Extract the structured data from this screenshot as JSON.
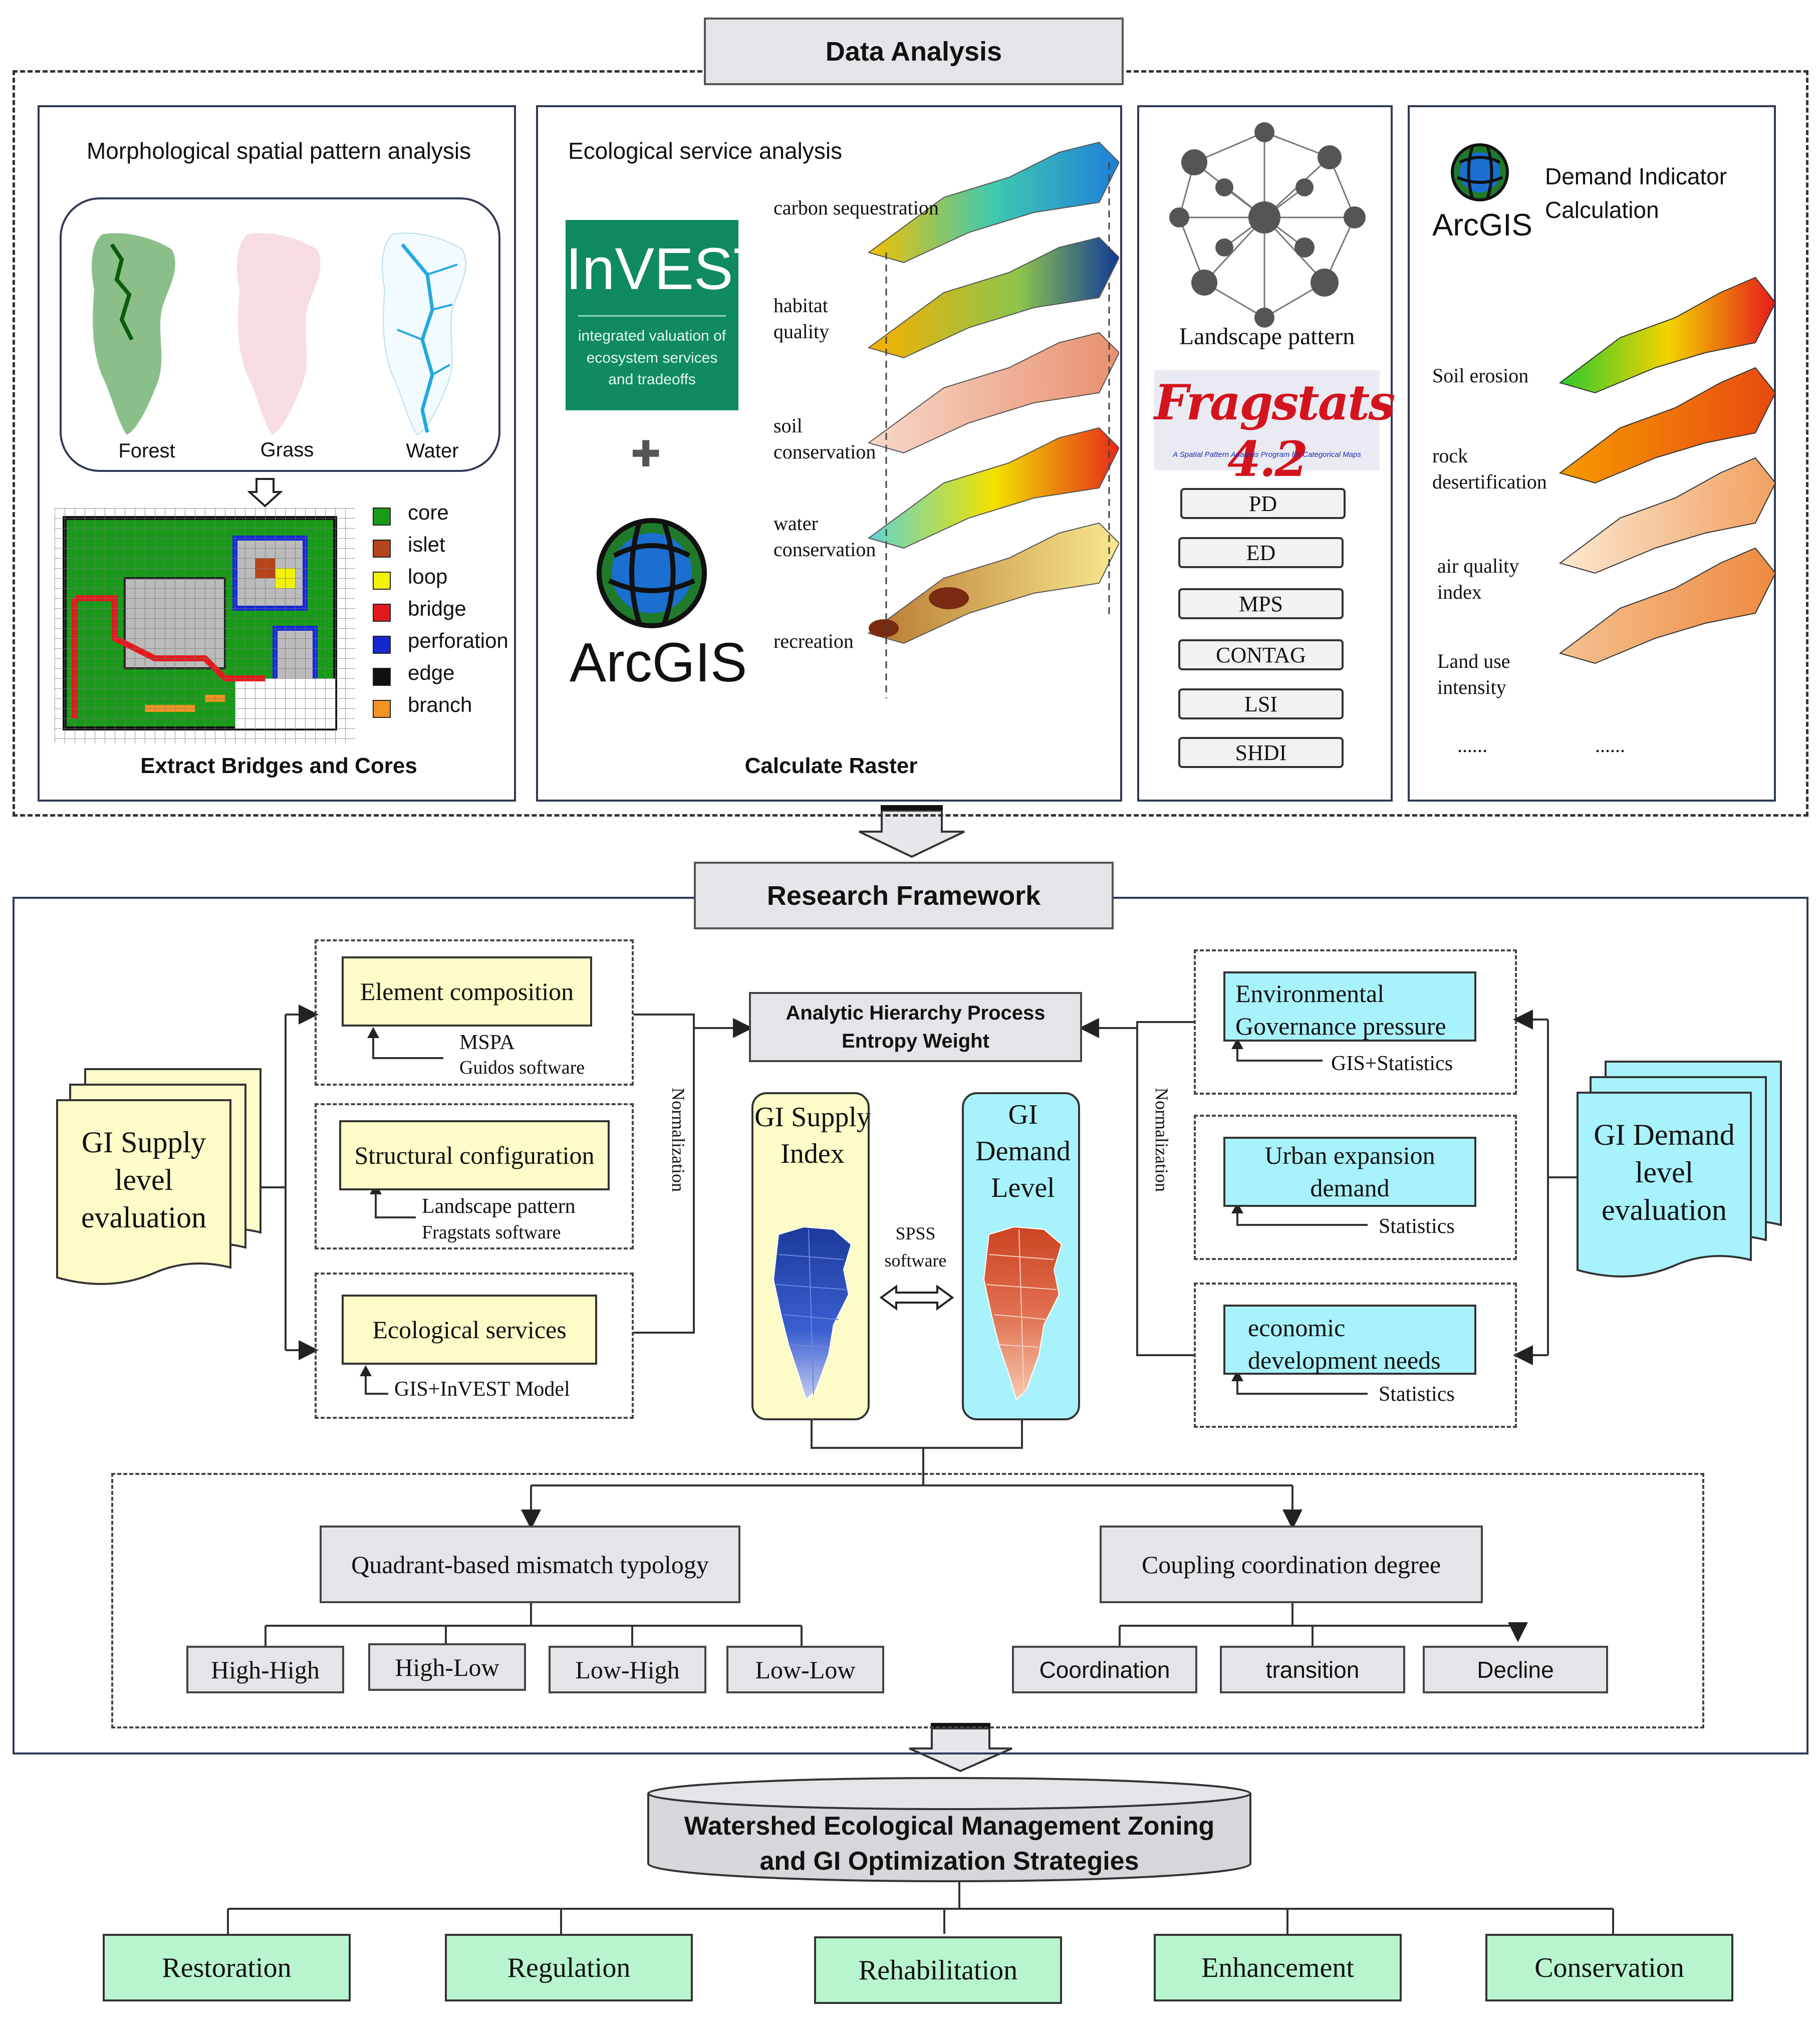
{
  "data_analysis": {
    "title": "Data Analysis",
    "mspa": {
      "title": "Morphological spatial pattern analysis",
      "maps": [
        "Forest",
        "Grass",
        "Water"
      ],
      "legend": [
        {
          "label": "core",
          "color": "#1a9a1a"
        },
        {
          "label": "islet",
          "color": "#b5451b"
        },
        {
          "label": "loop",
          "color": "#f2f20a"
        },
        {
          "label": "bridge",
          "color": "#e31a1c"
        },
        {
          "label": "perforation",
          "color": "#1428d2"
        },
        {
          "label": "edge",
          "color": "#111111"
        },
        {
          "label": "branch",
          "color": "#f39320"
        }
      ],
      "caption": "Extract Bridges and Cores"
    },
    "ecoservice": {
      "title": "Ecological service analysis",
      "invest_logo": "InVEST",
      "invest_subtitle": "integrated valuation of ecosystem services and tradeoffs",
      "arcgis_logo": "ArcGIS",
      "layers": [
        "carbon sequestration",
        "habitat quality",
        "soil conservation",
        "water conservation",
        "recreation"
      ],
      "caption": "Calculate Raster"
    },
    "landscape": {
      "title": "Landscape pattern",
      "fragstats_logo": "Fragstats 4.2",
      "fragstats_sub": "A Spatial Pattern Analysis Program for Categorical Maps",
      "metrics": [
        "PD",
        "ED",
        "MPS",
        "CONTAG",
        "LSI",
        "SHDI"
      ]
    },
    "demand": {
      "arcgis_logo": "ArcGIS",
      "title": "Demand Indicator Calculation",
      "layers": [
        "Soil erosion",
        "rock desertification",
        "air quality index",
        "Land use intensity"
      ],
      "ellipsis": [
        "......",
        "......"
      ]
    }
  },
  "research": {
    "title": "Research Framework",
    "supply_eval": "GI Supply level evaluation",
    "demand_eval": "GI Demand level evaluation",
    "supply_items": [
      {
        "label": "Element composition",
        "sub1": "MSPA",
        "sub2": "Guidos software"
      },
      {
        "label": "Structural configuration",
        "sub1": "Landscape pattern",
        "sub2": "Fragstats software"
      },
      {
        "label": "Ecological services",
        "sub1": "GIS+InVEST Model",
        "sub2": ""
      }
    ],
    "demand_items": [
      {
        "label": "Environmental Governance pressure",
        "sub": "GIS+Statistics"
      },
      {
        "label": "Urban expansion demand",
        "sub": "Statistics"
      },
      {
        "label": "economic development needs",
        "sub": "Statistics"
      }
    ],
    "normalization": "Normalization",
    "ahp": "Analytic Hierarchy Process Entropy Weight",
    "supply_index": "GI Supply Index",
    "demand_level": "GI Demand Level",
    "spss": "SPSS software",
    "quadrant": {
      "title": "Quadrant-based mismatch typology",
      "types": [
        "High-High",
        "High-Low",
        "Low-High",
        "Low-Low"
      ]
    },
    "coupling": {
      "title": "Coupling coordination degree",
      "types": [
        "Coordination",
        "transition",
        "Decline"
      ]
    }
  },
  "management": {
    "title": "Watershed Ecological Management Zoning and GI Optimization Strategies",
    "strategies": [
      "Restoration",
      "Regulation",
      "Rehabilitation",
      "Enhancement",
      "Conservation"
    ]
  }
}
